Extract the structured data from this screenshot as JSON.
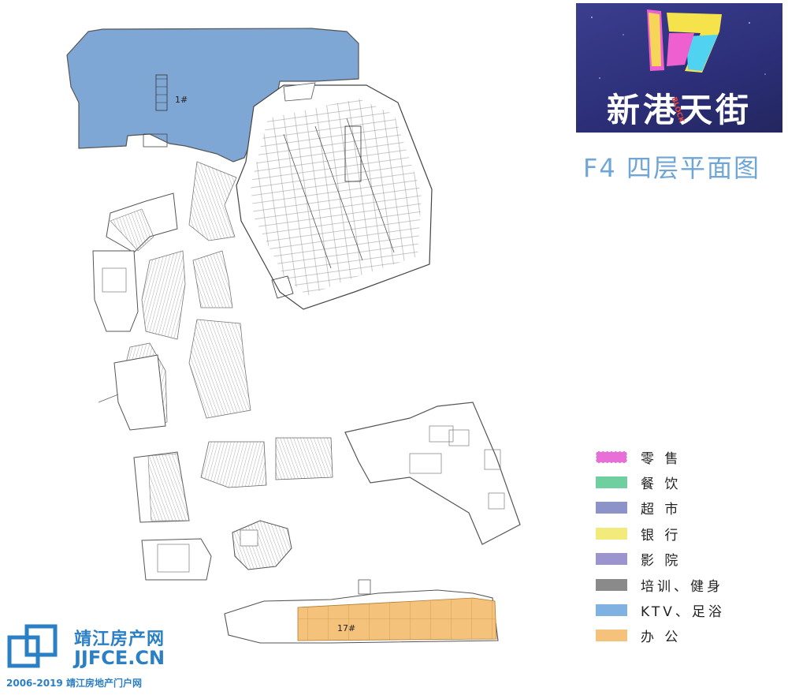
{
  "brand": {
    "logo_text": "17",
    "name": "新港天街",
    "block_label": "BLOCK",
    "colors": {
      "background": "#2c2f78",
      "pink": "#ee5fd0",
      "yellow": "#f6e24b",
      "cyan": "#4fd3f0",
      "red": "#e9463f"
    }
  },
  "floor_title": "F4 四层平面图",
  "plan": {
    "building_labels": {
      "b1": "1#",
      "b17": "17#"
    },
    "colors": {
      "ktv": "#7fa7d6",
      "office": "#f5c27c",
      "line": "#555555"
    }
  },
  "legend": {
    "items": [
      {
        "label": "零 售",
        "color": "#e86fd8"
      },
      {
        "label": "餐 饮",
        "color": "#6fcf9e"
      },
      {
        "label": "超 市",
        "color": "#8b93c9"
      },
      {
        "label": "银 行",
        "color": "#f2ea7a"
      },
      {
        "label": "影 院",
        "color": "#9c94cf"
      },
      {
        "label": "培训、健身",
        "color": "#8a8a8a"
      },
      {
        "label": "KTV、足浴",
        "color": "#7fb2e0"
      },
      {
        "label": "办 公",
        "color": "#f5c27c"
      }
    ]
  },
  "watermark": {
    "cn": "靖江房产网",
    "en": "JJFCE.CN",
    "footer": "2006-2019 靖江房地产门户网",
    "color": "#2b7fc4"
  }
}
